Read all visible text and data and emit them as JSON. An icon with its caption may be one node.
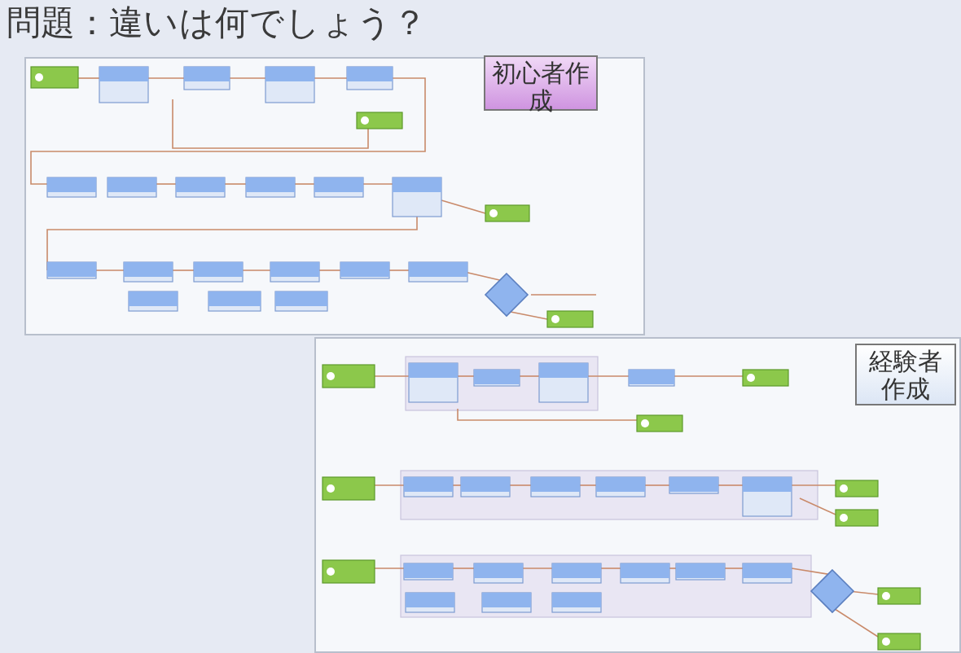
{
  "diagram": {
    "title": "問題：違いは何でしょう？",
    "nodes": [
      {
        "text": [],
        "shape": "picture"
      },
      {
        "text": [
          "初心者作成"
        ],
        "in": 0
      },
      {
        "text": [],
        "shape": "picture"
      },
      {
        "text": [
          "経験者作成"
        ],
        "in": 2
      }
    ]
  }
}
